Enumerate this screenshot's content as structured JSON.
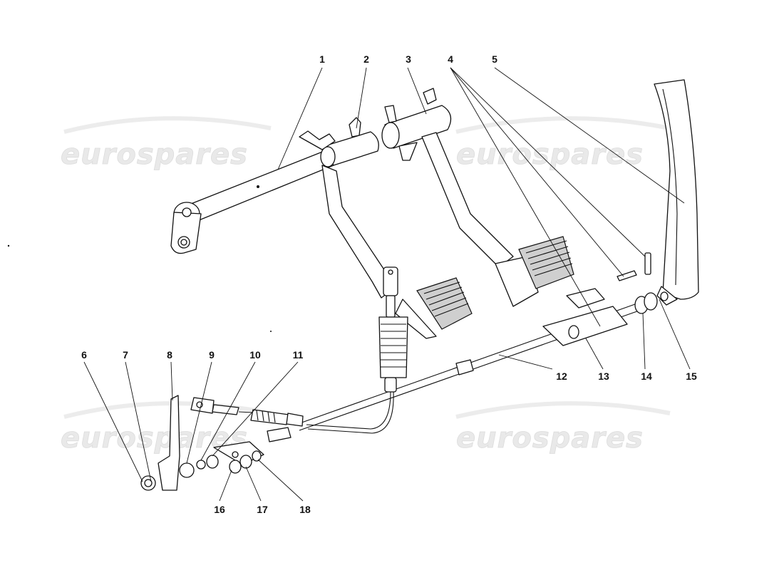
{
  "watermark": {
    "text": "eurospares",
    "color": "#e6e6e6"
  },
  "callouts": [
    {
      "id": "1",
      "label": "1"
    },
    {
      "id": "2",
      "label": "2"
    },
    {
      "id": "3",
      "label": "3"
    },
    {
      "id": "4",
      "label": "4"
    },
    {
      "id": "5",
      "label": "5"
    },
    {
      "id": "6",
      "label": "6"
    },
    {
      "id": "7",
      "label": "7"
    },
    {
      "id": "8",
      "label": "8"
    },
    {
      "id": "9",
      "label": "9"
    },
    {
      "id": "10",
      "label": "10"
    },
    {
      "id": "11",
      "label": "11"
    },
    {
      "id": "12",
      "label": "12"
    },
    {
      "id": "13",
      "label": "13"
    },
    {
      "id": "14",
      "label": "14"
    },
    {
      "id": "15",
      "label": "15"
    },
    {
      "id": "16",
      "label": "16"
    },
    {
      "id": "17",
      "label": "17"
    },
    {
      "id": "18",
      "label": "18"
    }
  ]
}
